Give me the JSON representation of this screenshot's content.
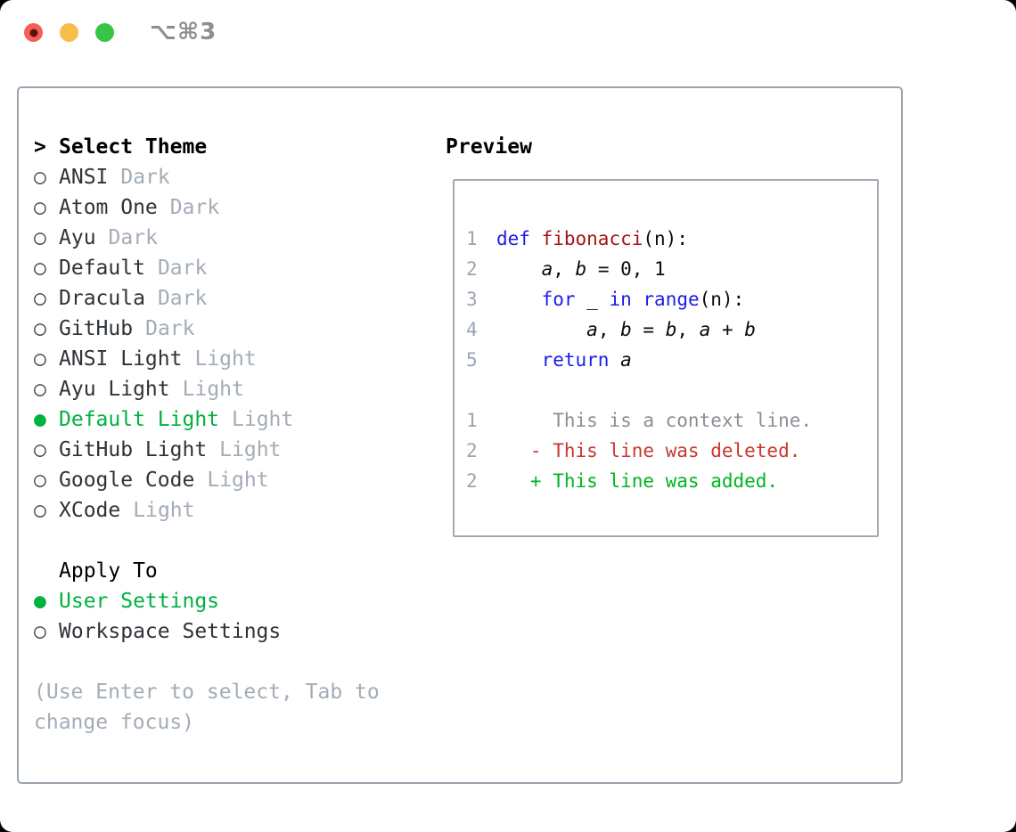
{
  "window": {
    "shortcut": "⌥⌘3",
    "traffic_lights": [
      {
        "name": "close-button"
      },
      {
        "name": "minimize-button"
      },
      {
        "name": "zoom-button"
      }
    ]
  },
  "colors": {
    "accent_green": "#00b140",
    "keyword_blue": "#1c1ce8",
    "function_red": "#a31515",
    "diff_deleted_red": "#c8372d",
    "diff_added_green": "#00b521",
    "muted_gray": "#a3acb7",
    "panel_border_gray": "#9aa3ae",
    "traffic_red": "#f45f57",
    "traffic_yellow": "#f6bd4a",
    "traffic_green": "#35c648"
  },
  "markers": {
    "header_prefix": ">",
    "radio_unselected": "○",
    "radio_selected": "●"
  },
  "theme_picker": {
    "header": "Select Theme",
    "themes": [
      {
        "name": "ANSI",
        "tag": "Dark",
        "selected": false
      },
      {
        "name": "Atom One",
        "tag": "Dark",
        "selected": false
      },
      {
        "name": "Ayu",
        "tag": "Dark",
        "selected": false
      },
      {
        "name": "Default",
        "tag": "Dark",
        "selected": false
      },
      {
        "name": "Dracula",
        "tag": "Dark",
        "selected": false
      },
      {
        "name": "GitHub",
        "tag": "Dark",
        "selected": false
      },
      {
        "name": "ANSI Light",
        "tag": "Light",
        "selected": false
      },
      {
        "name": "Ayu Light",
        "tag": "Light",
        "selected": false
      },
      {
        "name": "Default Light",
        "tag": "Light",
        "selected": true
      },
      {
        "name": "GitHub Light",
        "tag": "Light",
        "selected": false
      },
      {
        "name": "Google Code",
        "tag": "Light",
        "selected": false
      },
      {
        "name": "XCode",
        "tag": "Light",
        "selected": false
      }
    ],
    "apply_to": {
      "header": "Apply To",
      "options": [
        {
          "name": "User Settings",
          "selected": true
        },
        {
          "name": "Workspace Settings",
          "selected": false
        }
      ]
    },
    "hint_lines": [
      "(Use Enter to select, Tab to",
      "change focus)"
    ]
  },
  "preview": {
    "title": "Preview",
    "code_lines": [
      {
        "num": "1",
        "tokens": [
          [
            "def",
            "kw"
          ],
          [
            " ",
            "pl"
          ],
          [
            "fibonacci",
            "fn"
          ],
          [
            "(n):",
            "pl"
          ]
        ]
      },
      {
        "num": "2",
        "tokens": [
          [
            "    ",
            "pl"
          ],
          [
            "a",
            "var"
          ],
          [
            ", ",
            "pl"
          ],
          [
            "b",
            "var"
          ],
          [
            " = 0, 1",
            "pl"
          ]
        ]
      },
      {
        "num": "3",
        "tokens": [
          [
            "    ",
            "pl"
          ],
          [
            "for",
            "kw"
          ],
          [
            " _ ",
            "pl"
          ],
          [
            "in",
            "kw"
          ],
          [
            " ",
            "pl"
          ],
          [
            "range",
            "kw"
          ],
          [
            "(n):",
            "pl"
          ]
        ]
      },
      {
        "num": "4",
        "tokens": [
          [
            "        ",
            "pl"
          ],
          [
            "a",
            "var"
          ],
          [
            ", ",
            "pl"
          ],
          [
            "b",
            "var"
          ],
          [
            " = ",
            "pl"
          ],
          [
            "b",
            "var"
          ],
          [
            ", ",
            "pl"
          ],
          [
            "a",
            "var"
          ],
          [
            " + ",
            "pl"
          ],
          [
            "b",
            "var"
          ]
        ]
      },
      {
        "num": "5",
        "tokens": [
          [
            "    ",
            "pl"
          ],
          [
            "return",
            "kw"
          ],
          [
            " ",
            "pl"
          ],
          [
            "a",
            "var"
          ]
        ]
      }
    ],
    "diff_lines": [
      {
        "num": "1",
        "cls": "ctx",
        "text": "     This is a context line."
      },
      {
        "num": "2",
        "cls": "del",
        "text": "   - This line was deleted."
      },
      {
        "num": "2",
        "cls": "add",
        "text": "   + This line was added."
      }
    ]
  }
}
